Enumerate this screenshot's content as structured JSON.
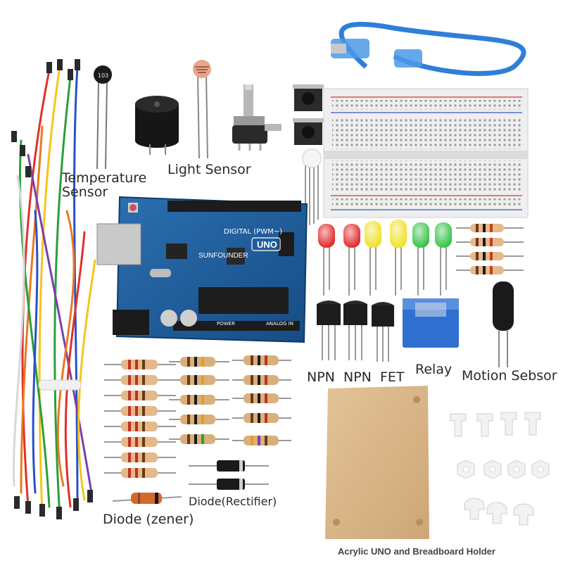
{
  "labels": {
    "temperature_sensor": "Temperature\nSensor",
    "light_sensor": "Light Sensor",
    "npn_1": "NPN",
    "npn_2": "NPN",
    "fet": "FET",
    "relay": "Relay",
    "motion_sensor": "Motion Sebsor",
    "diode_rectifier": "Diode(Rectifier)",
    "diode_zener": "Diode (zener)",
    "holder": "Acrylic UNO and Breadboard Holder"
  },
  "board_text": {
    "brand": "SUNFOUNDER",
    "model": "UNO",
    "digital": "DIGITAL (PWM~)",
    "power": "POWER",
    "analog": "ANALOG IN",
    "thermistor_code": "103"
  },
  "colors": {
    "background": "#ffffff",
    "board": "#1f5f9e",
    "breadboard": "#eeeeee",
    "acrylic": "#d8b78a",
    "usb_cable": "#2f7fd8",
    "led_red": "#e02020",
    "led_yellow": "#f0e020",
    "led_green": "#30c040",
    "relay": "#2f6fd0"
  },
  "icons": [
    "usb-cable-icon",
    "thermistor-icon",
    "buzzer-icon",
    "photoresistor-icon",
    "potentiometer-icon",
    "push-button-icon",
    "rgb-led-icon",
    "breadboard-icon",
    "arduino-board-icon",
    "led-icon",
    "resistor-icon",
    "transistor-icon",
    "relay-icon",
    "tilt-sensor-icon",
    "diode-icon",
    "acrylic-plate-icon",
    "nylon-standoff-icon",
    "nylon-nut-icon",
    "nylon-screw-icon",
    "jumper-wire-bundle-icon"
  ]
}
